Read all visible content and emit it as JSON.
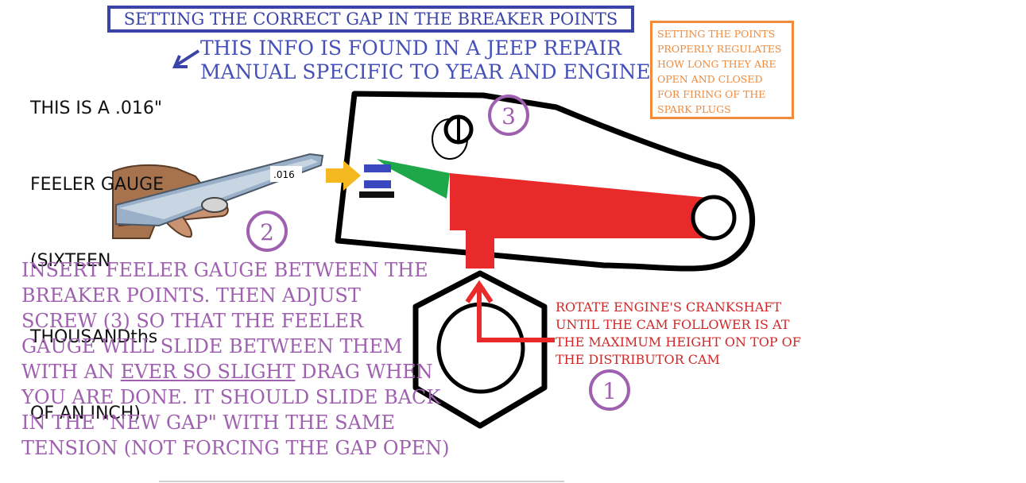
{
  "title": "SETTING THE CORRECT GAP IN THE BREAKER POINTS",
  "info": [
    "THIS INFO IS FOUND IN A JEEP REPAIR",
    "MANUAL SPECIFIC TO YEAR AND ENGINE SIZE"
  ],
  "gauge_note": [
    "THIS IS A .016\"",
    "FEELER GAUGE",
    "(SIXTEEN",
    "THOUSANDths",
    "OF AN INCH)"
  ],
  "gauge_label": ".016",
  "orange_note": "SETTING THE POINTS PROPERLY REGULATES HOW LONG THEY ARE OPEN AND CLOSED FOR FIRING OF THE SPARK PLUGS",
  "insert_instructions": {
    "line1": "INSERT FEELER GAUGE BETWEEN THE",
    "line2": "BREAKER POINTS. THEN ADJUST",
    "line3": "SCREW (3) SO THAT THE FEELER",
    "line4": "GAUGE WILL SLIDE BETWEEN THEM",
    "line5_a": "WITH AN ",
    "line5_u": "EVER SO SLIGHT",
    "line5_b": " DRAG WHEN",
    "line6": "YOU ARE DONE. IT SHOULD SLIDE BACK",
    "line7": "IN THE \"NEW GAP\" WITH THE SAME",
    "line8": "TENSION (NOT FORCING THE GAP OPEN)"
  },
  "rotate_instructions": [
    "ROTATE ENGINE'S CRANKSHAFT",
    "UNTIL THE CAM FOLLOWER IS AT",
    "THE MAXIMUM HEIGHT ON TOP OF",
    "THE DISTRIBUTOR CAM"
  ],
  "steps": {
    "one": "1",
    "two": "2",
    "three": "3"
  },
  "colors": {
    "title_blue": "#3a44a8",
    "info_blue": "#4550b8",
    "purple": "#a060b0",
    "red": "#e82a2a",
    "green": "#1fa84a",
    "orange": "#f08a3c",
    "yellow_arrow": "#f5b820"
  }
}
